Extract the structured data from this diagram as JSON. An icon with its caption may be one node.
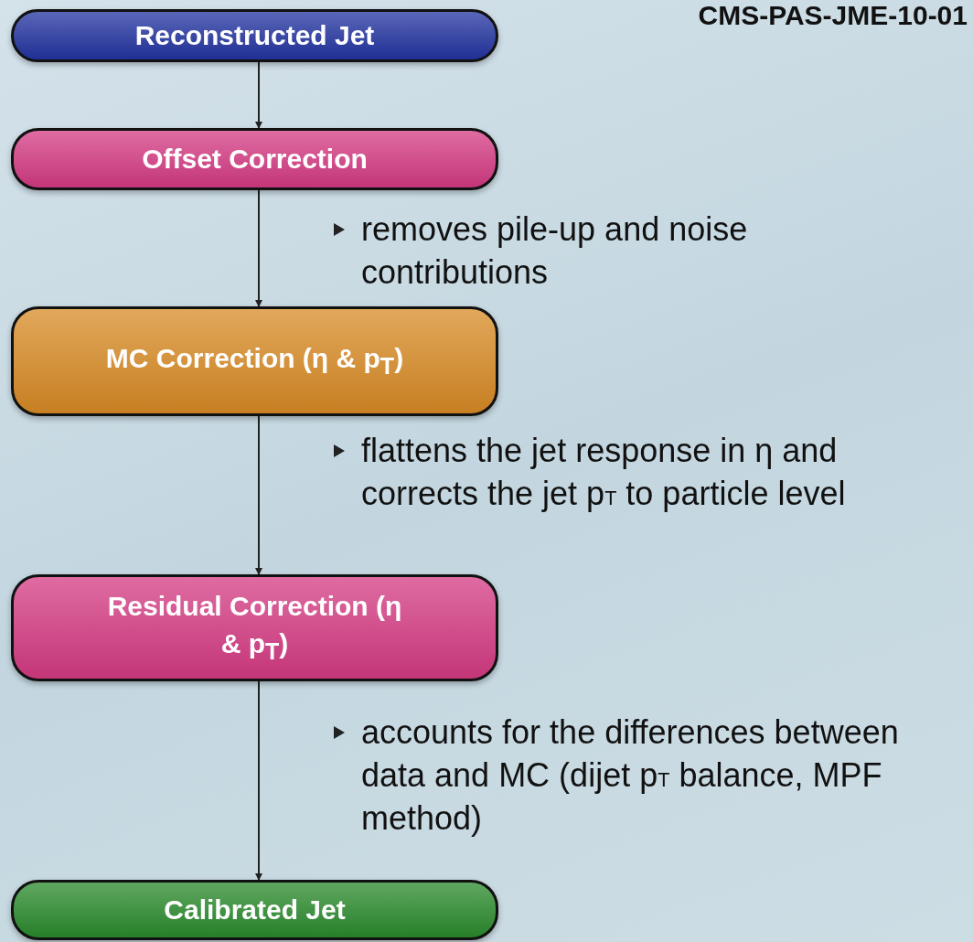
{
  "diagram": {
    "nodes": [
      {
        "text": [
          "Reconstructed Jet"
        ]
      },
      {
        "text": [
          "Offset Correction"
        ]
      },
      {
        "text": [
          "MC Correction (η & p$_{T}$)"
        ]
      },
      {
        "text": [
          "Residual Correction (η & p$_{T}$)"
        ]
      },
      {
        "text": [
          "Calibrated Jet"
        ]
      }
    ],
    "edges": [
      {
        "from": 0,
        "to": 1,
        "arrow": "to"
      },
      {
        "from": 1,
        "to": 2,
        "arrow": "to"
      },
      {
        "from": 2,
        "to": 3,
        "arrow": "to"
      },
      {
        "from": 3,
        "to": 4,
        "arrow": "to"
      }
    ],
    "labels": [
      "CMS-PAS-JME-10-01",
      "removes pile-up and noise contributions",
      "flattens the jet response in η and corrects the jet p$_{T}$ to particle level",
      "accounts for the differences between data and MC (dijet p$_{T}$ balance, MPF method)"
    ]
  }
}
